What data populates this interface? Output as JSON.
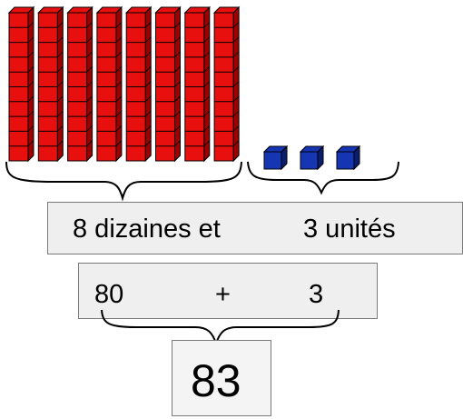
{
  "blocks": {
    "tens_rods": 8,
    "cubes_per_rod": 10,
    "unit_cubes": 3,
    "rod_color": "#e8100f",
    "rod_shade": "#9c0000",
    "unit_color": "#1535b3",
    "unit_shade": "#0a1d6e"
  },
  "decomposition": {
    "tens_text": "8 dizaines et",
    "units_text": "3 unités"
  },
  "sum": {
    "tens_value": "80",
    "operator": "+",
    "units_value": "3"
  },
  "result": {
    "value": "83"
  }
}
